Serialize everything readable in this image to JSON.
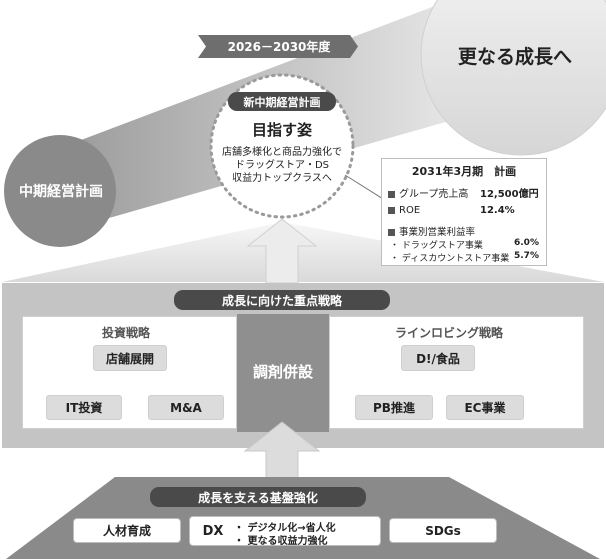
{
  "period": "2026－2030年度",
  "growth": "更なる成長へ",
  "midterm_plan": "中期経営計画",
  "new_plan": {
    "badge": "新中期経営計画",
    "title": "目指す姿",
    "lines": [
      "店舗多様化と商品力強化で",
      "ドラッグストア・DS",
      "収益力トップクラスへ"
    ]
  },
  "targets": {
    "title": "2031年3月期　計画",
    "sales_label": "グループ売上高",
    "sales_value": "12,500億円",
    "roe_label": "ROE",
    "roe_value": "12.4%",
    "segment_header": "事業別営業利益率",
    "segments": [
      {
        "label": "・ ドラッグストア事業",
        "value": "6.0%"
      },
      {
        "label": "・ ディスカウントストア事業",
        "value": "5.7%"
      }
    ]
  },
  "strategy": {
    "header": "成長に向けた重点戦略",
    "center": "調剤併設",
    "invest": {
      "title": "投資戦略",
      "top": "店舗展開",
      "left": "IT投資",
      "right": "M&A"
    },
    "lineroving": {
      "title": "ラインロビング戦略",
      "top": "D!/食品",
      "left": "PB推進",
      "right": "EC事業"
    }
  },
  "foundation": {
    "header": "成長を支える基盤強化",
    "items": [
      "人材育成",
      "SDGs"
    ],
    "dx_label": "DX",
    "dx_points": [
      "・ デジタル化→省人化",
      "・ 更なる収益力強化"
    ]
  },
  "colors": {
    "dark": "#4a4a4a",
    "mid": "#8a8a8a",
    "light": "#dcdcdc",
    "panel": "#c4c4c4"
  }
}
